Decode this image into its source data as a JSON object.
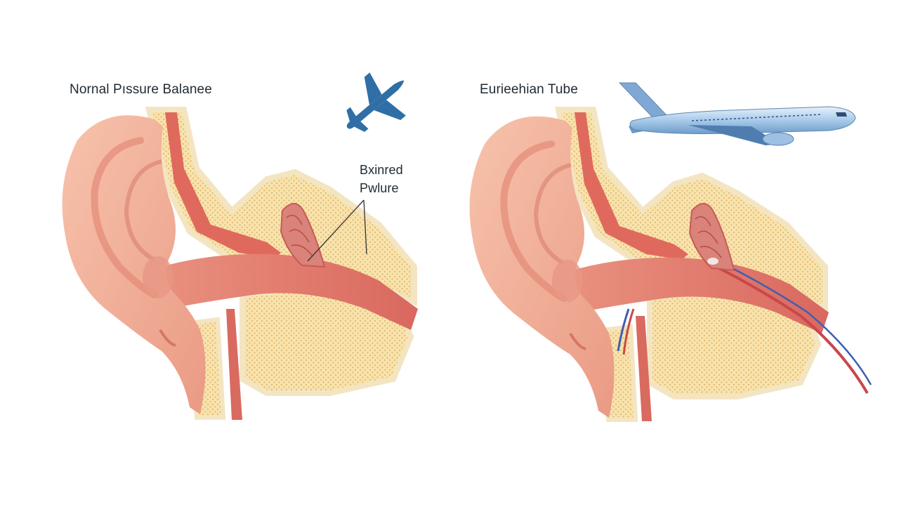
{
  "diagram": {
    "left_panel": {
      "title": "Nornal Pıssure Balanee"
    },
    "right_panel": {
      "title": "Eurieehian Tube"
    },
    "callout": {
      "line1": "Bxinred",
      "line2": "Pwlure"
    },
    "colors": {
      "skin": "#f3b39c",
      "skin_dark": "#e48f7a",
      "canal": "#e37a6c",
      "bone": "#f6dfa6",
      "bone_dot": "#e0b66c",
      "membrane": "#cf5a58",
      "plane_left": "#2f6fa6",
      "plane_right": "#9fc4e6",
      "tube_red": "#c9474a",
      "tube_blue": "#3f5fb0"
    },
    "icons": [
      "airplane-silhouette-icon",
      "airplane-jet-illustration"
    ]
  }
}
